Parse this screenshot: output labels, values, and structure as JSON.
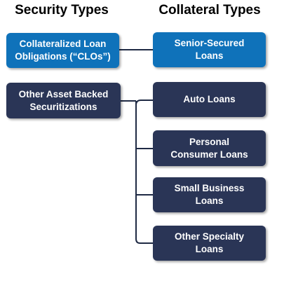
{
  "headers": {
    "security_types": "Security Types",
    "collateral_types": "Collateral Types"
  },
  "security_types": [
    {
      "label_line1": "Collateralized Loan",
      "label_line2": "Obligations (“CLOs”)"
    },
    {
      "label_line1": "Other Asset Backed",
      "label_line2": "Securitizations"
    }
  ],
  "collateral_types": [
    {
      "label_line1": "Senior-Secured",
      "label_line2": "Loans"
    },
    {
      "label_line1": "Auto Loans",
      "label_line2": ""
    },
    {
      "label_line1": "Personal",
      "label_line2": "Consumer Loans"
    },
    {
      "label_line1": "Small Business",
      "label_line2": "Loans"
    },
    {
      "label_line1": "Other Specialty",
      "label_line2": "Loans"
    }
  ],
  "colors": {
    "blue_box": "#0f72ba",
    "navy_box": "#2a3556",
    "connector": "#1f2a44"
  }
}
